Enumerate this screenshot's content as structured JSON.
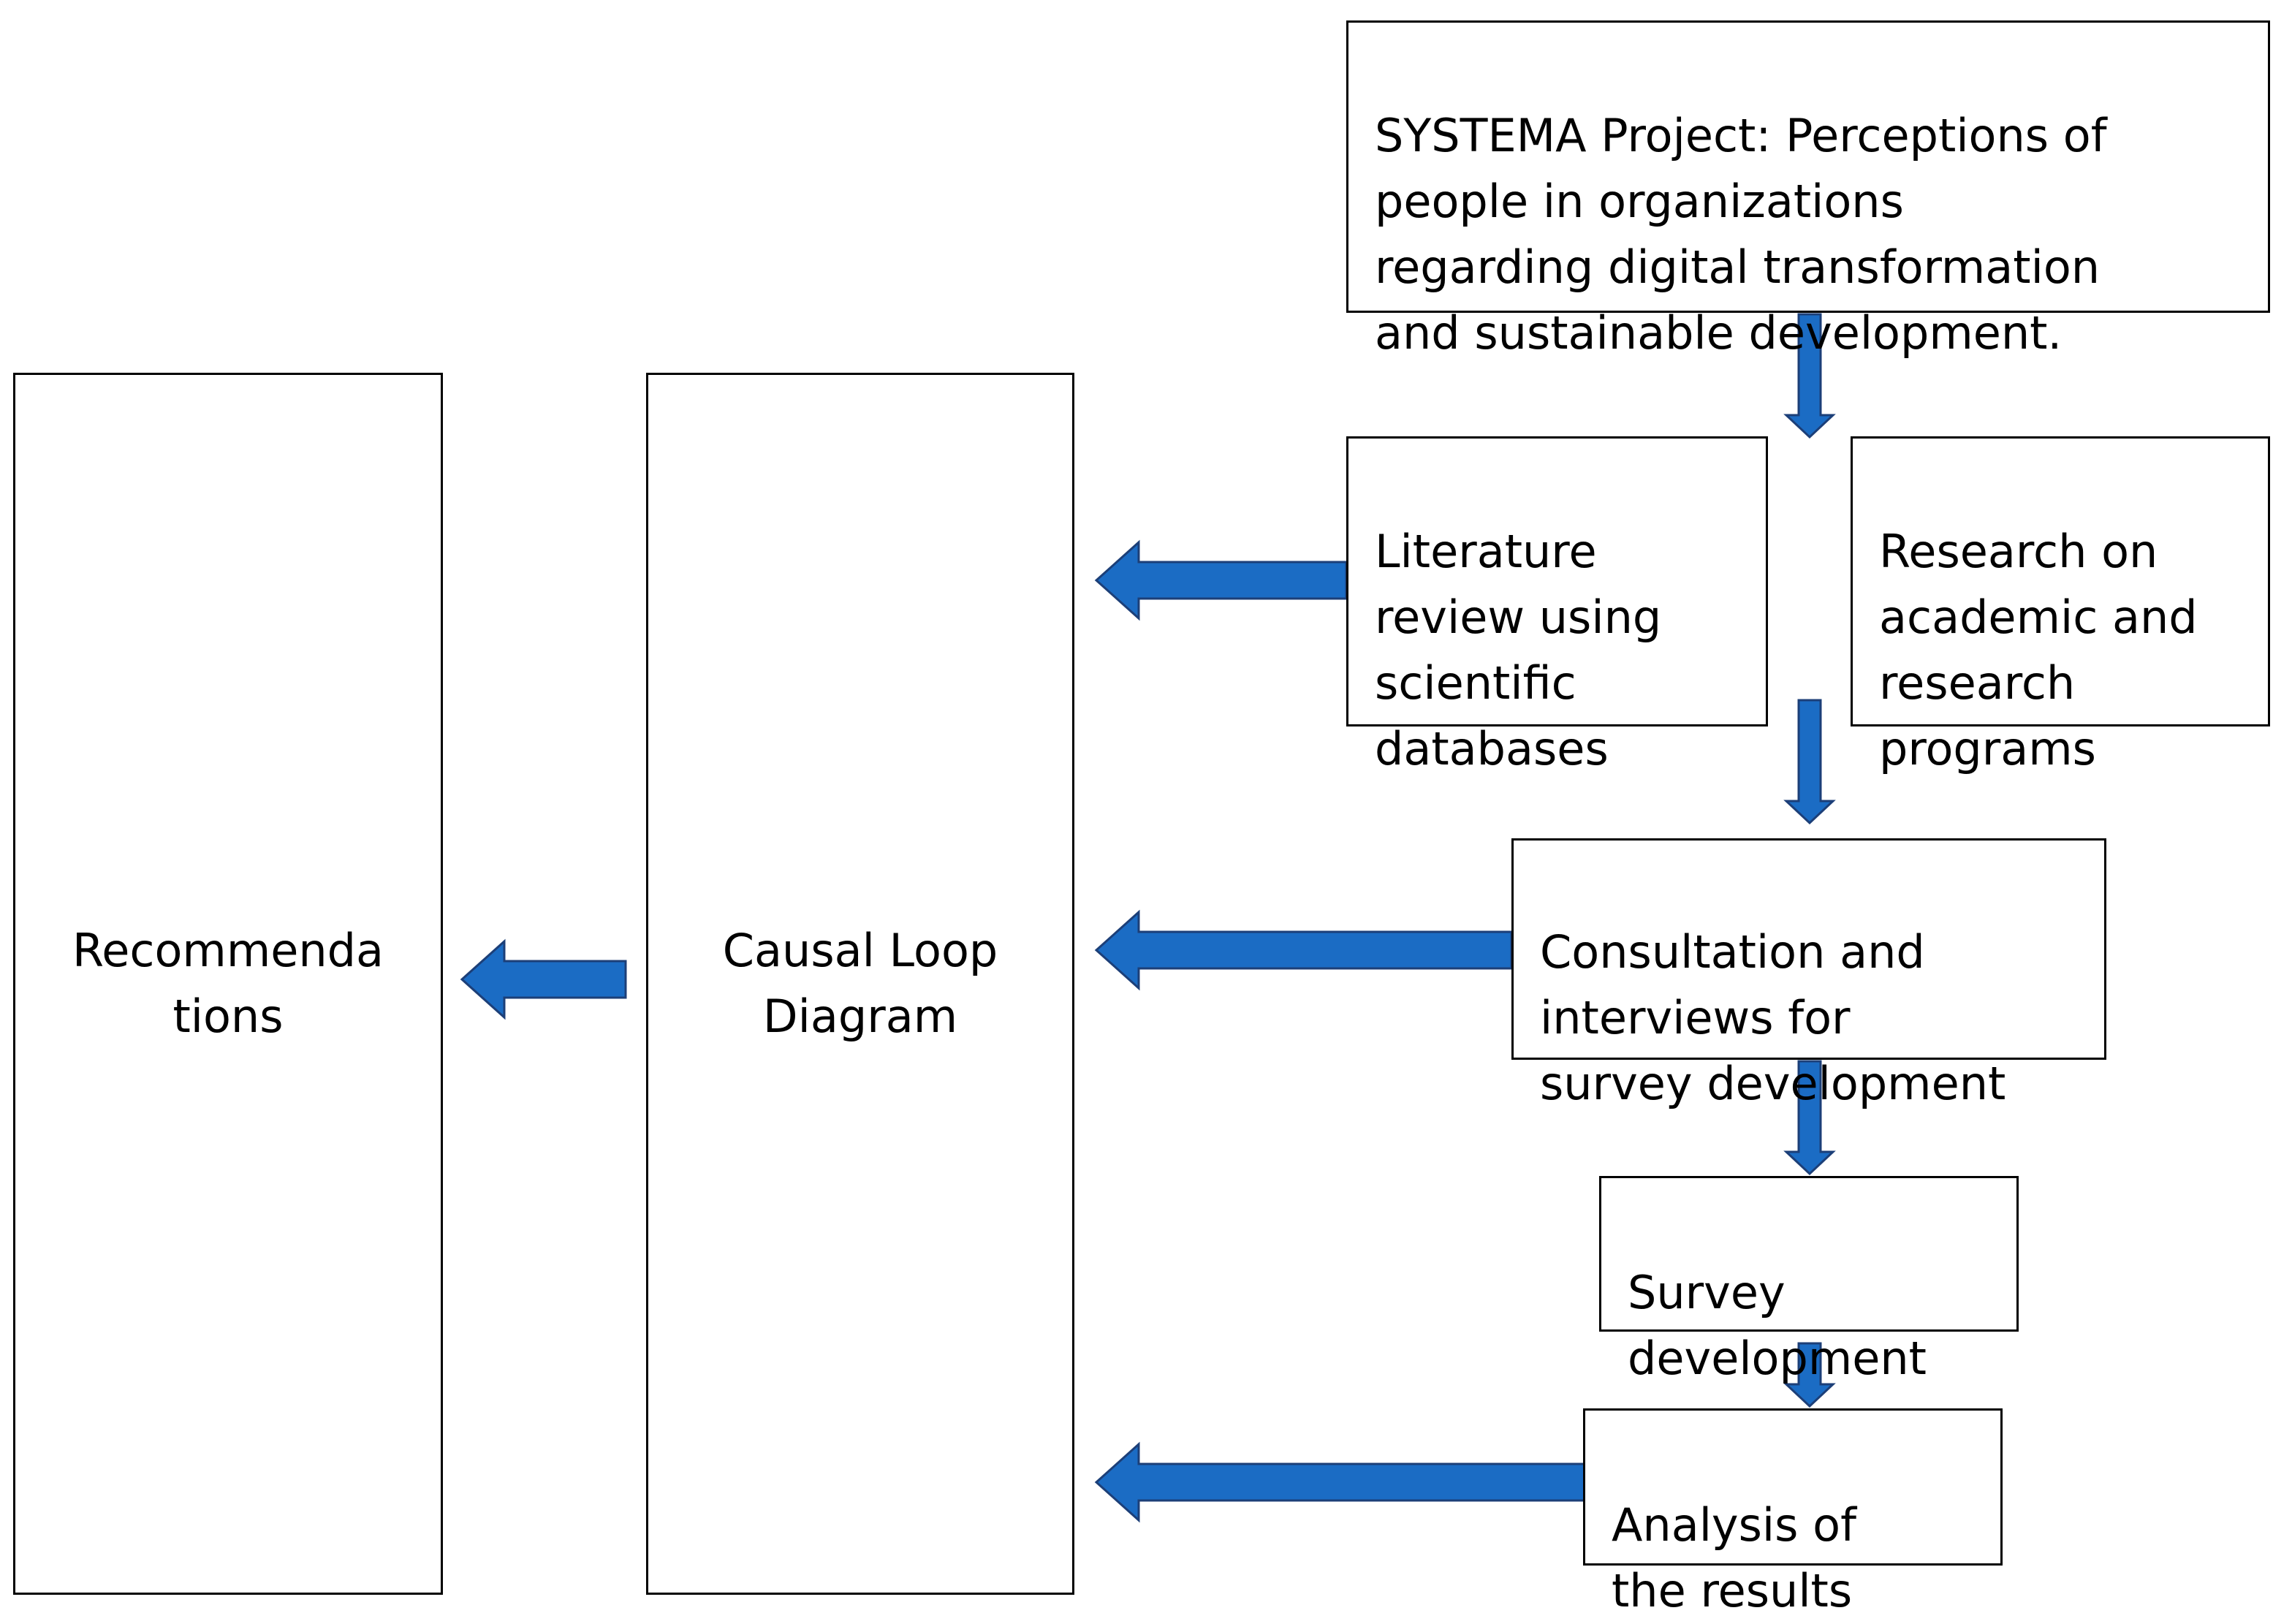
{
  "diagram": {
    "arrow_color": "#1b6cc4",
    "arrow_outline": "#1c3f78",
    "boxes": {
      "recommendations": "Recommenda\ntions",
      "causal_loop": "Causal Loop\nDiagram",
      "systema": "SYSTEMA Project: Perceptions of\npeople in organizations\nregarding digital transformation\nand sustainable development.",
      "literature": "Literature\nreview using\nscientific\ndatabases",
      "research": "Research on\nacademic and\nresearch\nprograms",
      "consultation": "Consultation and\ninterviews for\nsurvey development",
      "survey": "Survey\ndevelopment",
      "analysis": "Analysis of\nthe results"
    }
  }
}
